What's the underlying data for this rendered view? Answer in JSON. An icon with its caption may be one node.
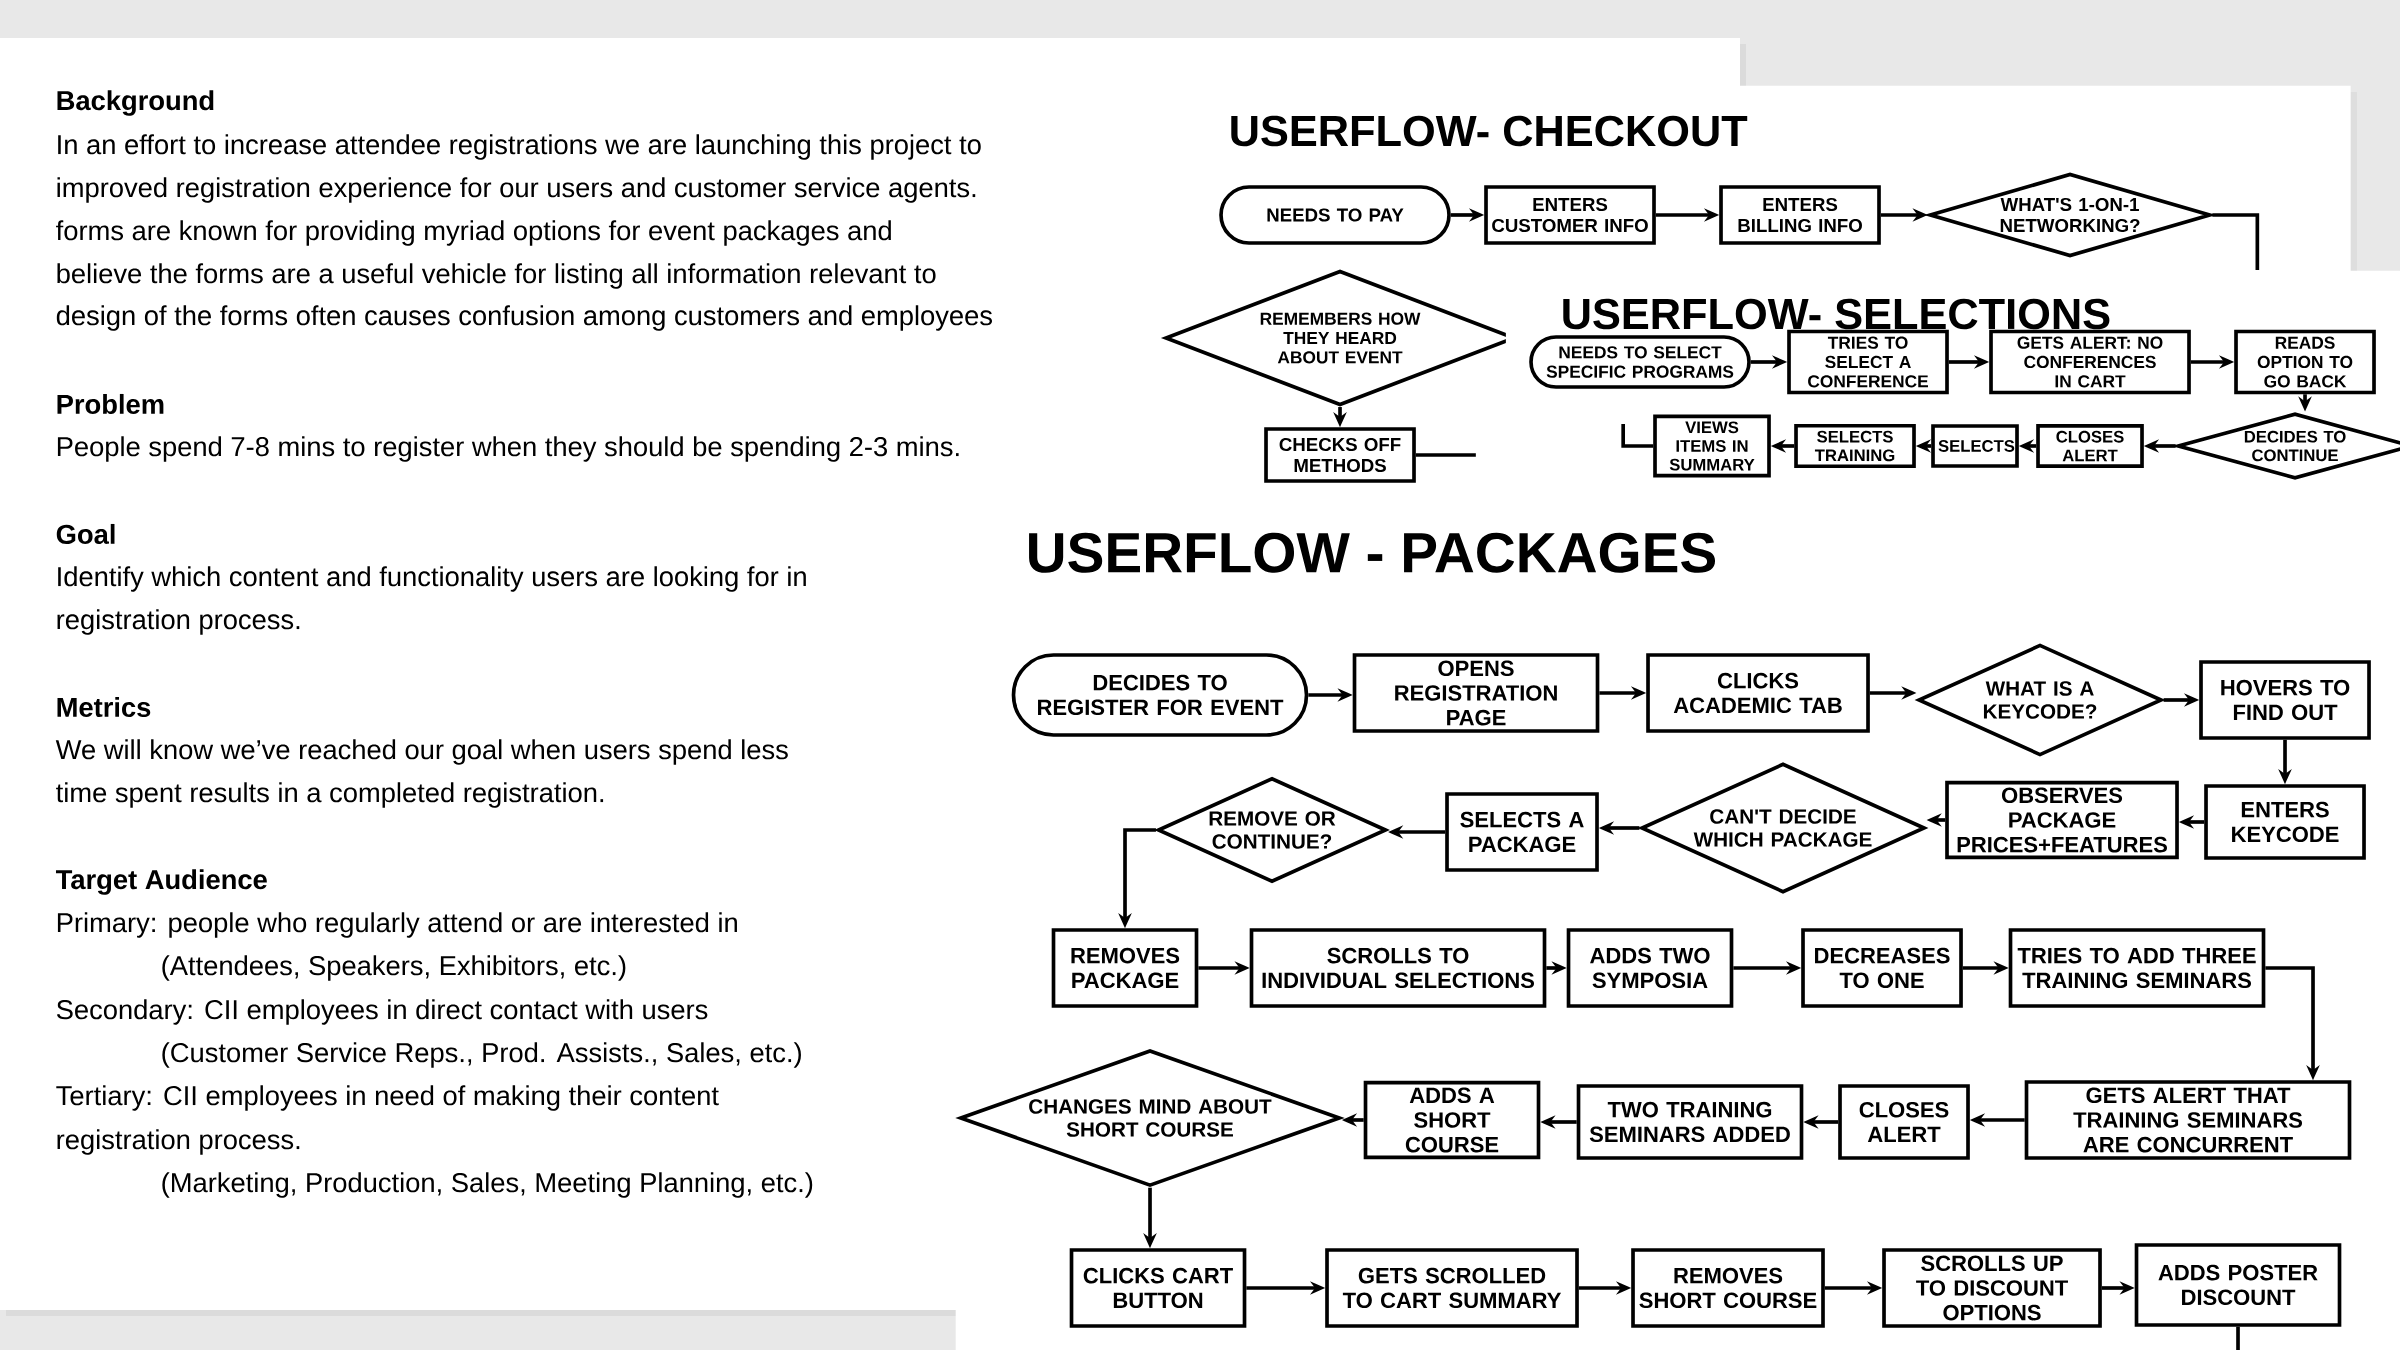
{
  "diagram": {
    "nodes": [
      {
        "text": [
          "USERFLOW- CHECKOUT"
        ]
      },
      {
        "text": [
          "NEEDS TO PAY"
        ],
        "in": 0
      },
      {
        "text": [
          "ENTERS CUSTOMER INFO"
        ],
        "in": 0
      },
      {
        "text": [
          "ENTERS BILLING INFO"
        ],
        "in": 0
      },
      {
        "text": [
          "WHAT'S 1-ON-1 NETWORKING?"
        ],
        "in": 0
      },
      {
        "text": [
          "REMEMBERS HOW THEY HEARD ABOUT EVENT"
        ],
        "in": 0
      },
      {
        "text": [
          "CHECKS OFF METHODS"
        ],
        "in": 0
      },
      {
        "text": [
          "USERFLOW- SELECTIONS"
        ],
        "in": 0
      },
      {
        "text": [
          "NEEDS TO SELECT SPECIFIC PROGRAMS"
        ],
        "in": 7
      },
      {
        "text": [
          "TRIES TO SELECT A CONFERENCE"
        ],
        "in": 7
      },
      {
        "text": [
          "GETS ALERT: NO CONFERENCES IN CART"
        ],
        "in": 7
      },
      {
        "text": [
          "READS OPTION TO GO BACK"
        ],
        "in": 7
      },
      {
        "text": [
          "DECIDES TO CONTINUE"
        ],
        "in": 7
      },
      {
        "text": [
          "CLOSES ALERT"
        ],
        "in": 7
      },
      {
        "text": [
          "SELECTS"
        ],
        "in": 7
      },
      {
        "text": [
          "SELECTS TRAINING"
        ],
        "in": 7
      },
      {
        "text": [
          "VIEWS ITEMS IN SUMMARY"
        ],
        "in": 7
      },
      {
        "text": [
          "USERFLOW - PACKAGES"
        ]
      },
      {
        "text": [
          "DECIDES TO REGISTER FOR EVENT"
        ],
        "in": 17
      },
      {
        "text": [
          "OPENS REGISTRATION PAGE"
        ],
        "in": 17
      },
      {
        "text": [
          "CLICKS ACADEMIC TAB"
        ],
        "in": 17
      },
      {
        "text": [
          "WHAT IS A KEYCODE?"
        ],
        "in": 17
      },
      {
        "text": [
          "HOVERS TO FIND OUT"
        ],
        "in": 17
      },
      {
        "text": [
          "ENTERS KEYCODE"
        ],
        "in": 17
      },
      {
        "text": [
          "OBSERVES PACKAGE PRICES+FEATURES"
        ],
        "in": 17
      },
      {
        "text": [
          "CAN'T DECIDE WHICH PACKAGE"
        ],
        "in": 17
      },
      {
        "text": [
          "SELECTS A PACKAGE"
        ],
        "in": 17
      },
      {
        "text": [
          "REMOVE OR CONTINUE?"
        ],
        "in": 17
      },
      {
        "text": [
          "REMOVES PACKAGE"
        ],
        "in": 17
      },
      {
        "text": [
          "SCROLLS TO INDIVIDUAL SELECTIONS"
        ],
        "in": 17
      },
      {
        "text": [
          "ADDS TWO SYMPOSIA"
        ],
        "in": 17
      },
      {
        "text": [
          "DECREASES TO ONE"
        ],
        "in": 17
      },
      {
        "text": [
          "TRIES TO ADD THREE TRAINING SEMINARS"
        ],
        "in": 17
      },
      {
        "text": [
          "GETS ALERT THAT TRAINING SEMINARS ARE CONCURRENT"
        ],
        "in": 17
      },
      {
        "text": [
          "CLOSES ALERT"
        ],
        "in": 17
      },
      {
        "text": [
          "TWO TRAINING SEMINARS ADDED"
        ],
        "in": 17
      },
      {
        "text": [
          "ADDS A SHORT COURSE"
        ],
        "in": 17
      },
      {
        "text": [
          "CHANGES MIND ABOUT SHORT COURSE"
        ],
        "in": 17
      },
      {
        "text": [
          "CLICKS CART BUTTON"
        ],
        "in": 17
      },
      {
        "text": [
          "GETS SCROLLED TO CART SUMMARY"
        ],
        "in": 17
      },
      {
        "text": [
          "REMOVES SHORT COURSE"
        ],
        "in": 17
      },
      {
        "text": [
          "SCROLLS UP TO DISCOUNT OPTIONS"
        ],
        "in": 17
      },
      {
        "text": [
          "ADDS POSTER DISCOUNT"
        ],
        "in": 17
      }
    ],
    "edges": [
      {
        "from": 1,
        "to": 2,
        "arrow": "to"
      },
      {
        "from": 2,
        "to": 3,
        "arrow": "to"
      },
      {
        "from": 3,
        "to": 4,
        "arrow": "to"
      },
      {
        "from": 4,
        "to": 7,
        "arrow": "none"
      },
      {
        "from": 5,
        "to": 6,
        "arrow": "to"
      },
      {
        "from": 6,
        "to": null,
        "arrow": "none"
      },
      {
        "from": 8,
        "to": 9,
        "arrow": "to"
      },
      {
        "from": 9,
        "to": 10,
        "arrow": "to"
      },
      {
        "from": 10,
        "to": 11,
        "arrow": "to"
      },
      {
        "from": 11,
        "to": 12,
        "arrow": "to"
      },
      {
        "from": 12,
        "to": 13,
        "arrow": "to"
      },
      {
        "from": 13,
        "to": 14,
        "arrow": "to"
      },
      {
        "from": 14,
        "to": 15,
        "arrow": "to"
      },
      {
        "from": 15,
        "to": 16,
        "arrow": "to"
      },
      {
        "from": 16,
        "to": null,
        "arrow": "none"
      },
      {
        "from": 18,
        "to": 19,
        "arrow": "to"
      },
      {
        "from": 19,
        "to": 20,
        "arrow": "to"
      },
      {
        "from": 20,
        "to": 21,
        "arrow": "to"
      },
      {
        "from": 21,
        "to": 22,
        "arrow": "to"
      },
      {
        "from": 22,
        "to": 23,
        "arrow": "to"
      },
      {
        "from": 23,
        "to": 24,
        "arrow": "to"
      },
      {
        "from": 24,
        "to": 25,
        "arrow": "to"
      },
      {
        "from": 25,
        "to": 26,
        "arrow": "to"
      },
      {
        "from": 26,
        "to": 27,
        "arrow": "to"
      },
      {
        "from": 27,
        "to": 28,
        "arrow": "to"
      },
      {
        "from": 28,
        "to": 29,
        "arrow": "to"
      },
      {
        "from": 29,
        "to": 30,
        "arrow": "to"
      },
      {
        "from": 30,
        "to": 31,
        "arrow": "to"
      },
      {
        "from": 31,
        "to": 32,
        "arrow": "to"
      },
      {
        "from": 32,
        "to": 33,
        "arrow": "to"
      },
      {
        "from": 33,
        "to": 34,
        "arrow": "to"
      },
      {
        "from": 34,
        "to": 35,
        "arrow": "to"
      },
      {
        "from": 35,
        "to": 36,
        "arrow": "to"
      },
      {
        "from": 36,
        "to": 37,
        "arrow": "to"
      },
      {
        "from": 37,
        "to": 38,
        "arrow": "to"
      },
      {
        "from": 38,
        "to": 39,
        "arrow": "to"
      },
      {
        "from": 39,
        "to": 40,
        "arrow": "to"
      },
      {
        "from": 40,
        "to": 41,
        "arrow": "to"
      },
      {
        "from": 41,
        "to": 42,
        "arrow": "to"
      },
      {
        "from": 42,
        "to": null,
        "arrow": "none"
      }
    ],
    "labels": [
      "Background",
      "In an effort to increase attendee registrations we are launching this project to",
      "improved registration experience for our users and customer service agents.",
      "forms are known for providing myriad options for event packages and",
      "believe the forms are a useful vehicle for listing all information relevant to",
      "design of the forms often causes confusion among customers and employees",
      "Problem",
      "People spend 7-8 mins to register when they should be spending 2-3 mins.",
      "Goal",
      "Identify which content and functionality users are looking for in",
      "registration process.",
      "Metrics",
      "We will know we’ve reached our goal when users spend less",
      "time spent results in a completed registration.",
      "Target Audience",
      "Primary: people who regularly attend or are interested in",
      "(Attendees, Speakers, Exhibitors, etc.)",
      "Secondary: CII employees in direct contact with users",
      "(Customer Service Reps., Prod. Assists., Sales, etc.)",
      "Tertiary: CII employees in need of making their content",
      "registration process.",
      "(Marketing, Production, Sales, Meeting Planning, etc.)"
    ]
  }
}
